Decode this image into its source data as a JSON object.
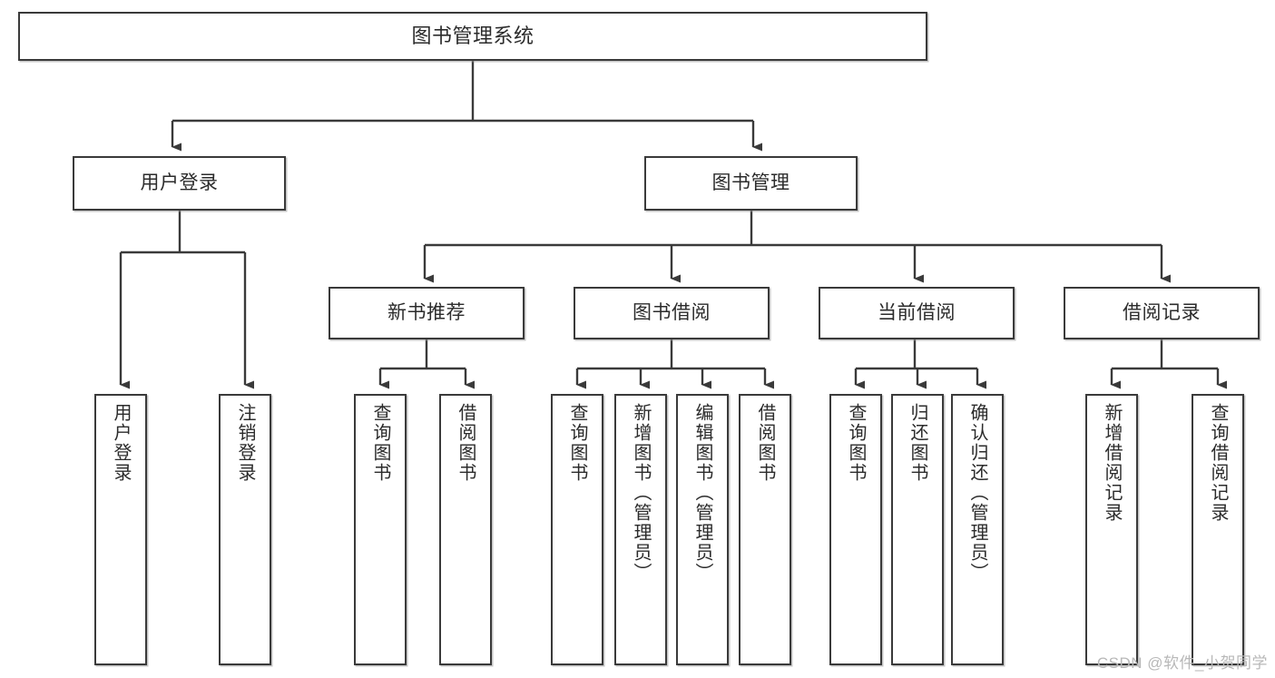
{
  "diagram": {
    "title": "图书管理系统",
    "type": "tree-hierarchy-chart",
    "colors": {
      "box_border": "#3a3a3a",
      "box_fill": "#ffffff",
      "text": "#2b2b2b",
      "edge": "#3a3a3a",
      "watermark": "#b8b8b8",
      "background": "#ffffff"
    }
  },
  "nodes": {
    "root": {
      "label": "图书管理系统"
    },
    "level2": [
      {
        "label": "用户登录"
      },
      {
        "label": "图书管理"
      }
    ],
    "level3": [
      {
        "label": "新书推荐"
      },
      {
        "label": "图书借阅"
      },
      {
        "label": "当前借阅"
      },
      {
        "label": "借阅记录"
      }
    ],
    "leaves": {
      "user_login": [
        {
          "label": "用户登录"
        },
        {
          "label": "注销登录"
        }
      ],
      "new_book_recommend": [
        {
          "label": "查询图书"
        },
        {
          "label": "借阅图书"
        }
      ],
      "book_borrow": [
        {
          "label": "查询图书"
        },
        {
          "label": "新增图书（管理员）"
        },
        {
          "label": "编辑图书（管理员）"
        },
        {
          "label": "借阅图书"
        }
      ],
      "current_borrow": [
        {
          "label": "查询图书"
        },
        {
          "label": "归还图书"
        },
        {
          "label": "确认归还（管理员）"
        }
      ],
      "borrow_record": [
        {
          "label": "新增借阅记录"
        },
        {
          "label": "查询借阅记录"
        }
      ]
    }
  },
  "watermark": {
    "text": "CSDN @软件_小贺同学"
  }
}
